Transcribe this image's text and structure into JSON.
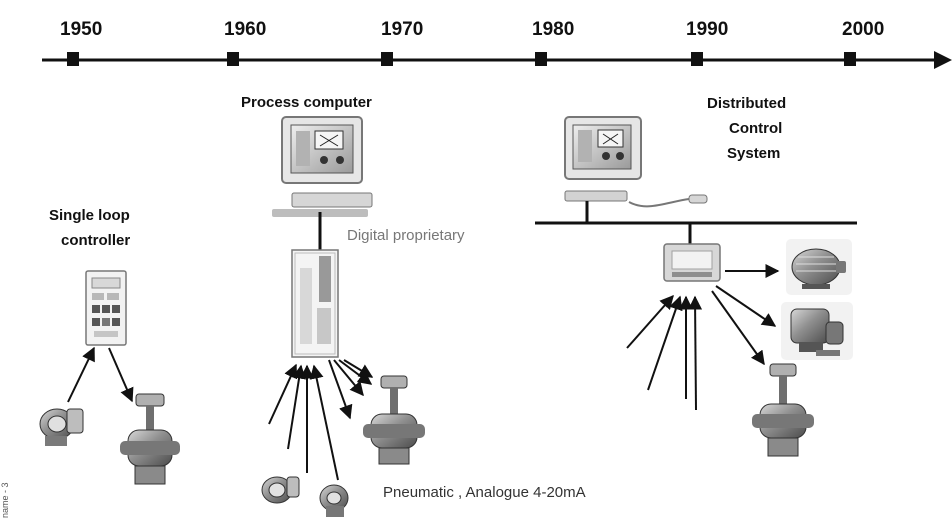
{
  "timeline": {
    "years": [
      "1950",
      "1960",
      "1970",
      "1980",
      "1990",
      "2000"
    ]
  },
  "labels": {
    "single_loop_line1": "Single loop",
    "single_loop_line2": "controller",
    "process_computer": "Process computer",
    "dcs_line1": "Distributed",
    "dcs_line2": "Control",
    "dcs_line3": "System",
    "digital_proprietary": "Digital proprietary",
    "signals": "Pneumatic , Analogue 4-20mA",
    "side_text": "name - 3"
  },
  "icons": {
    "computer": "computer-icon",
    "valve": "control-valve-icon",
    "transmitter": "transmitter-icon",
    "controller": "single-loop-controller-icon",
    "cabinet": "control-cabinet-icon",
    "io_box": "io-module-icon",
    "motor": "motor-icon",
    "actuator": "actuator-icon"
  },
  "colors": {
    "line": "#111111",
    "muted_text": "#777777",
    "device_gray": "#9a9a9a"
  }
}
